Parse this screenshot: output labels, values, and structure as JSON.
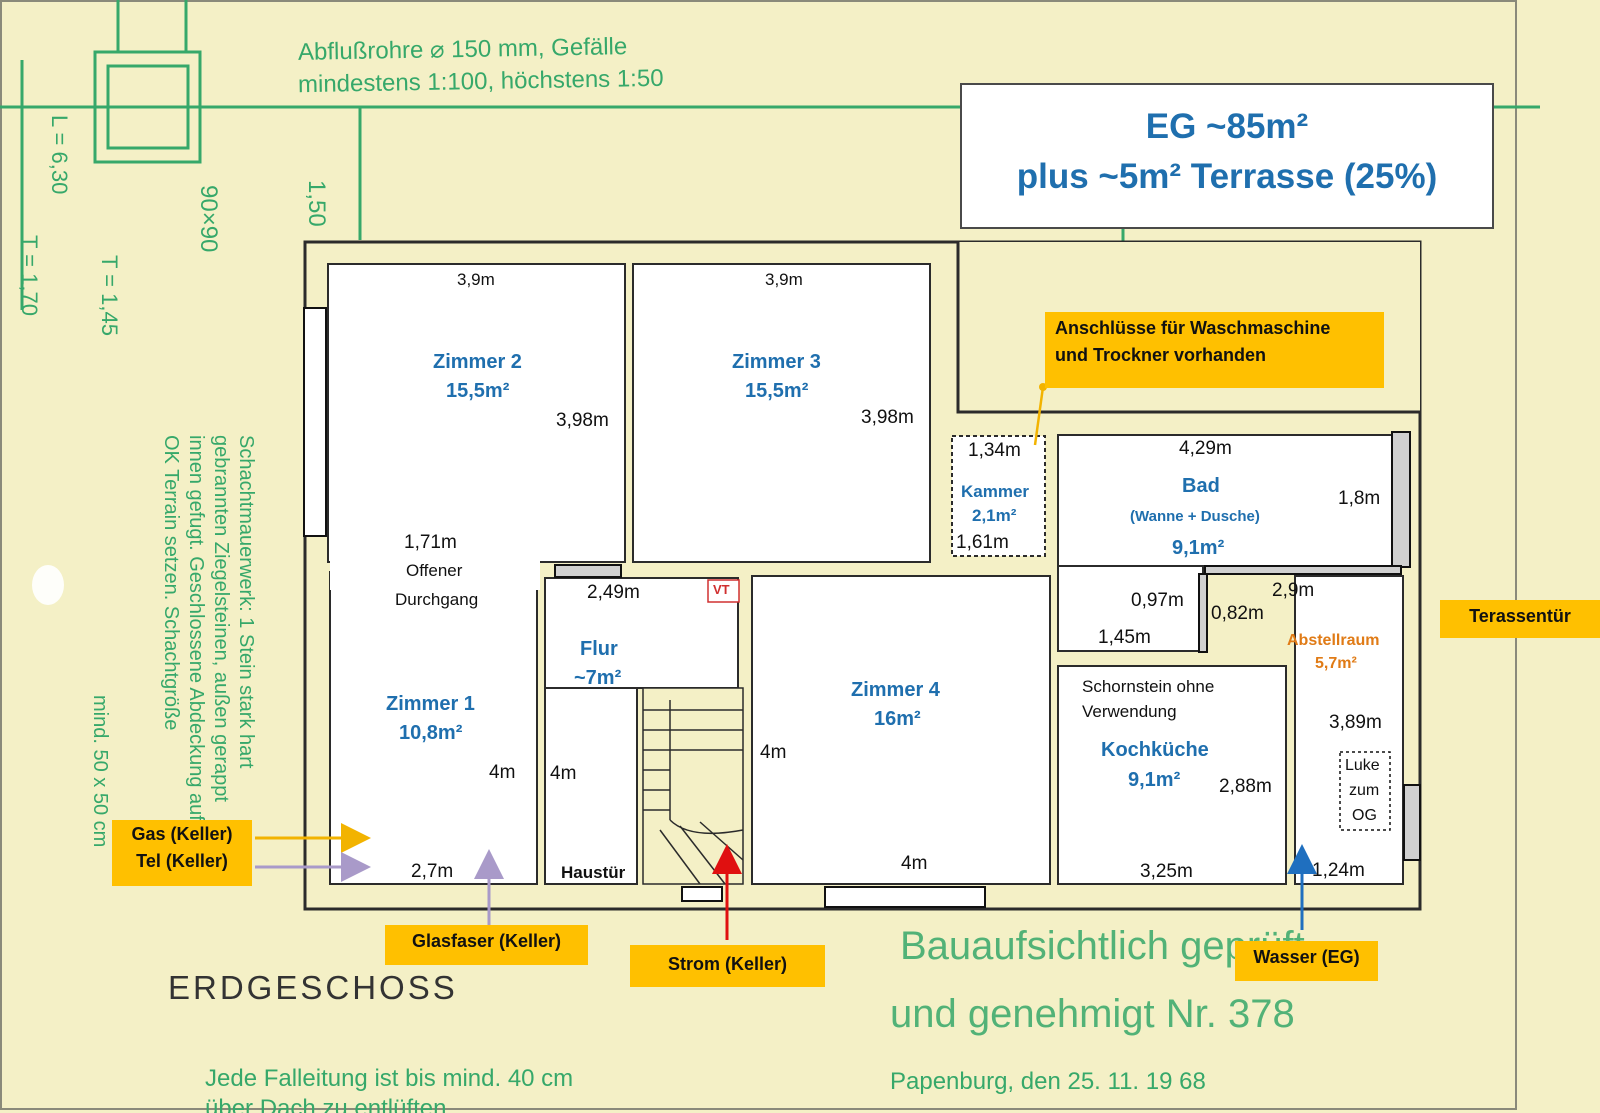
{
  "header": {
    "line1": "EG ~85m²",
    "line2": "plus ~5m² Terrasse (25%)"
  },
  "blueprint": {
    "pipe_note_1": "Abflußrohre ⌀ 150 mm, Gefälle",
    "pipe_note_2": "mindestens 1:100, höchstens 1:50",
    "dim_150": "1,50",
    "dim_90x90": "90×90",
    "l_value": "L = 6,30",
    "t_value": "T = 1,70",
    "t2_value": "T = 1,45",
    "shaft_note_1": "Schachtmauerwerk: 1 Stein stark hart",
    "shaft_note_2": "gebrannten Ziegelsteinen, außen gerappt",
    "shaft_note_3": "innen gefugt. Geschlossene Abdeckung auf",
    "shaft_note_4": "OK Terrain setzen. Schachtgröße",
    "shaft_note_5": "mind. 50 x 50 cm",
    "floor_title": "ERDGESCHOSS",
    "approval_1": "Bauaufsichtlich geprüft",
    "approval_2": "und genehmigt Nr. 378",
    "drain_note": "Jede Falleitung ist bis mind. 40 cm",
    "drain_note_2": "über Dach zu entlüften",
    "city_date": "Papenburg, den 25. 11. 19 68"
  },
  "rooms": {
    "zimmer2_name": "Zimmer 2",
    "zimmer2_area": "15,5m²",
    "zimmer3_name": "Zimmer 3",
    "zimmer3_area": "15,5m²",
    "zimmer1_name": "Zimmer 1",
    "zimmer1_area": "10,8m²",
    "zimmer4_name": "Zimmer 4",
    "zimmer4_area": "16m²",
    "flur_name": "Flur",
    "flur_area": "~7m²",
    "kammer_name": "Kammer",
    "kammer_area": "2,1m²",
    "bad_name": "Bad",
    "bad_sub": "(Wanne + Dusche)",
    "bad_area": "9,1m²",
    "kueche_name": "Kochküche",
    "kueche_area": "9,1m²",
    "abstell_name": "Abstellraum",
    "abstell_area": "5,7m²"
  },
  "notes": {
    "offener_1": "Offener",
    "offener_2": "Durchgang",
    "haustuer": "Haustür",
    "vt": "VT",
    "schornstein_1": "Schornstein ohne",
    "schornstein_2": "Verwendung",
    "luke_1": "Luke",
    "luke_2": "zum",
    "luke_3": "OG"
  },
  "dimensions": {
    "z2_top": "3,9m",
    "z3_top": "3,9m",
    "z2_side": "3,98m",
    "z3_side": "3,98m",
    "opening": "1,71m",
    "flur_top": "2,49m",
    "kammer_w": "1,34m",
    "kammer_h": "1,61m",
    "bad_w": "4,29m",
    "bad_h": "1,8m",
    "bad_small1": "0,97m",
    "bad_small2": "0,82m",
    "bad_bottom": "1,45m",
    "abstell_top": "2,9m",
    "abstell_side": "3,89m",
    "z1_side": "4m",
    "flur_side": "4m",
    "z4_side": "4m",
    "z4_bottom": "4m",
    "z1_bottom": "2,7m",
    "kueche_side": "2,88m",
    "kueche_bottom": "3,25m",
    "abstell_bottom": "1,24m"
  },
  "callouts": {
    "anschluesse_1": "Anschlüsse für Waschmaschine",
    "anschluesse_2": "und Trockner vorhanden",
    "terrassentuer": "Terassentür",
    "gas": "Gas (Keller)",
    "tel": "Tel (Keller)",
    "glasfaser": "Glasfaser (Keller)",
    "strom": "Strom (Keller)",
    "wasser": "Wasser (EG)"
  },
  "colors": {
    "paper": "#f4f0c6",
    "wall": "#2b2b2b",
    "room_fill": "#ffffff",
    "blueprint_green": "#36a86a",
    "room_label": "#1f6fae",
    "abstell_label": "#e07b16",
    "callout": "#ffc000",
    "arrow_gas": "#f2b300",
    "arrow_tel": "#a99ac9",
    "arrow_strom": "#e01010",
    "arrow_wasser": "#1f6fbf"
  }
}
